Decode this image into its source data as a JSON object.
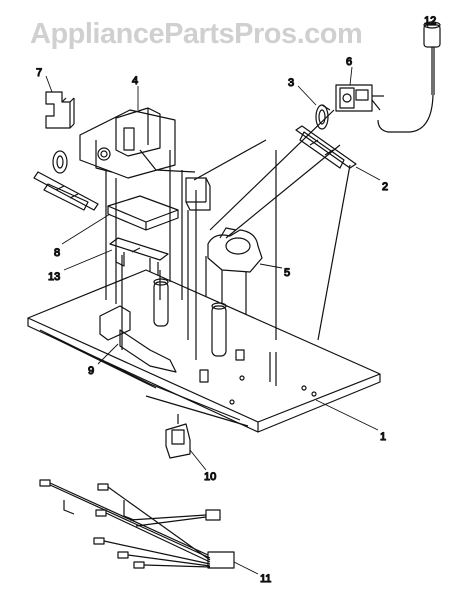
{
  "watermark": "AppliancePartsPros.com",
  "callouts": [
    {
      "id": "12",
      "text": "12"
    },
    {
      "id": "7",
      "text": "7"
    },
    {
      "id": "4",
      "text": "4"
    },
    {
      "id": "3",
      "text": "3"
    },
    {
      "id": "6",
      "text": "6"
    },
    {
      "id": "2",
      "text": "2"
    },
    {
      "id": "8",
      "text": "8"
    },
    {
      "id": "13",
      "text": "13"
    },
    {
      "id": "5",
      "text": "5"
    },
    {
      "id": "9",
      "text": "9"
    },
    {
      "id": "1",
      "text": "1"
    },
    {
      "id": "10",
      "text": "10"
    },
    {
      "id": "11",
      "text": "11"
    }
  ]
}
